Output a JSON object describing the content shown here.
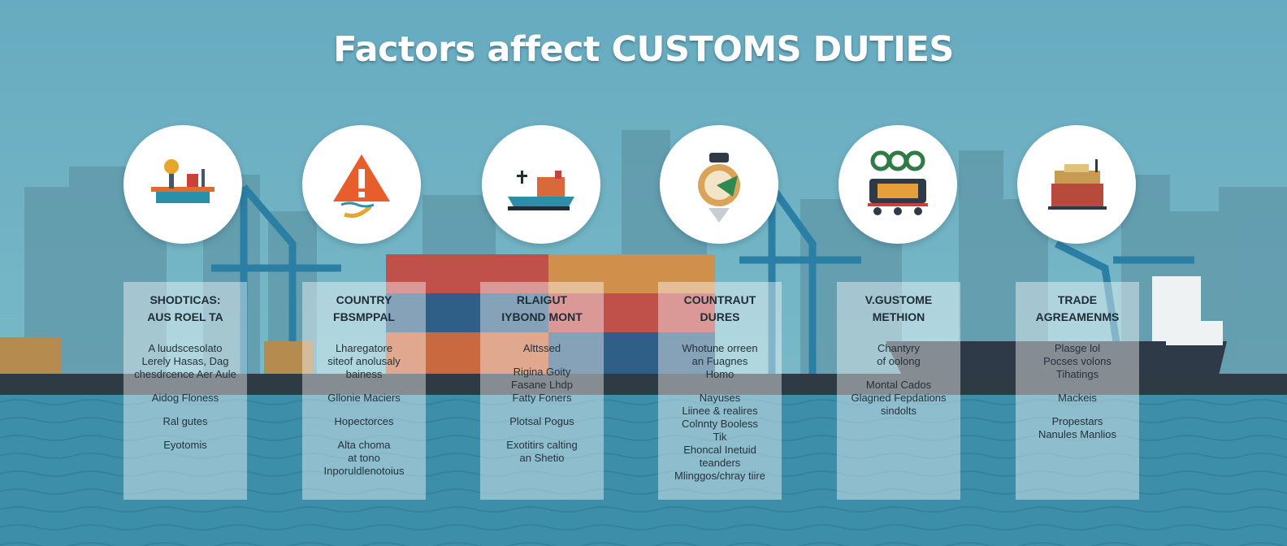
{
  "title": "Factors affect CUSTOMS DUTIES",
  "colors": {
    "sky": "#6fb3c4",
    "city": "#5f97a8",
    "crane": "#2b7fa4",
    "water": "#3d8fa9",
    "panel": "rgba(255,255,255,0.42)",
    "title": "#ffffff"
  },
  "factors": [
    {
      "icon": "offshore-platform-icon",
      "heading": "SHODTICAS:\nAUS ROEL TA",
      "lines": [
        "A luudscesolato\nLerely Hasas,  Dag\nchesdrcence Aer Aule",
        "Aidog Floness",
        "Ral gutes",
        "Eyotomis"
      ]
    },
    {
      "icon": "warning-triangle-icon",
      "heading": "COUNTRY\nFBSMPPAL",
      "lines": [
        "Lharegatore\nsiteof  anolusaly\nbainess",
        "Gllonie Maciers",
        "Hopectorces",
        "Alta choma\nat tono\nInporuldlenotoius"
      ]
    },
    {
      "icon": "cargo-ship-icon",
      "heading": "RLAIGUT\nIYBOND MONT",
      "lines": [
        "Alttssed",
        "Rigina Goity\nFasane Lhdp\nFatty Foners",
        "Plotsal Pogus",
        "Exotitirs calting\nan Shetio"
      ]
    },
    {
      "icon": "inspection-seal-icon",
      "heading": "COUNTRAUT\nDURES",
      "lines": [
        "Whotune orreen\nan Fuagnes\nHomo",
        "Nayuses\nLiinee & realires\nColnnty Booless\nTik\nEhoncal Inetuid\nteanders\nMlinggos/chray tiire"
      ]
    },
    {
      "icon": "freight-wagon-icon",
      "heading": "V.GUSTOME\nMETHION",
      "lines": [
        "Chantyry\nof oolong",
        "Montal Cados\nGlagned Fepdations\nsindolts"
      ]
    },
    {
      "icon": "trade-ship-icon",
      "heading": "TRADE\nAGREAMENMS",
      "lines": [
        "Plasge lol\nPocses volons\nTihatings",
        "Mackeis",
        "Propestars\nNanules Manlios"
      ]
    }
  ]
}
